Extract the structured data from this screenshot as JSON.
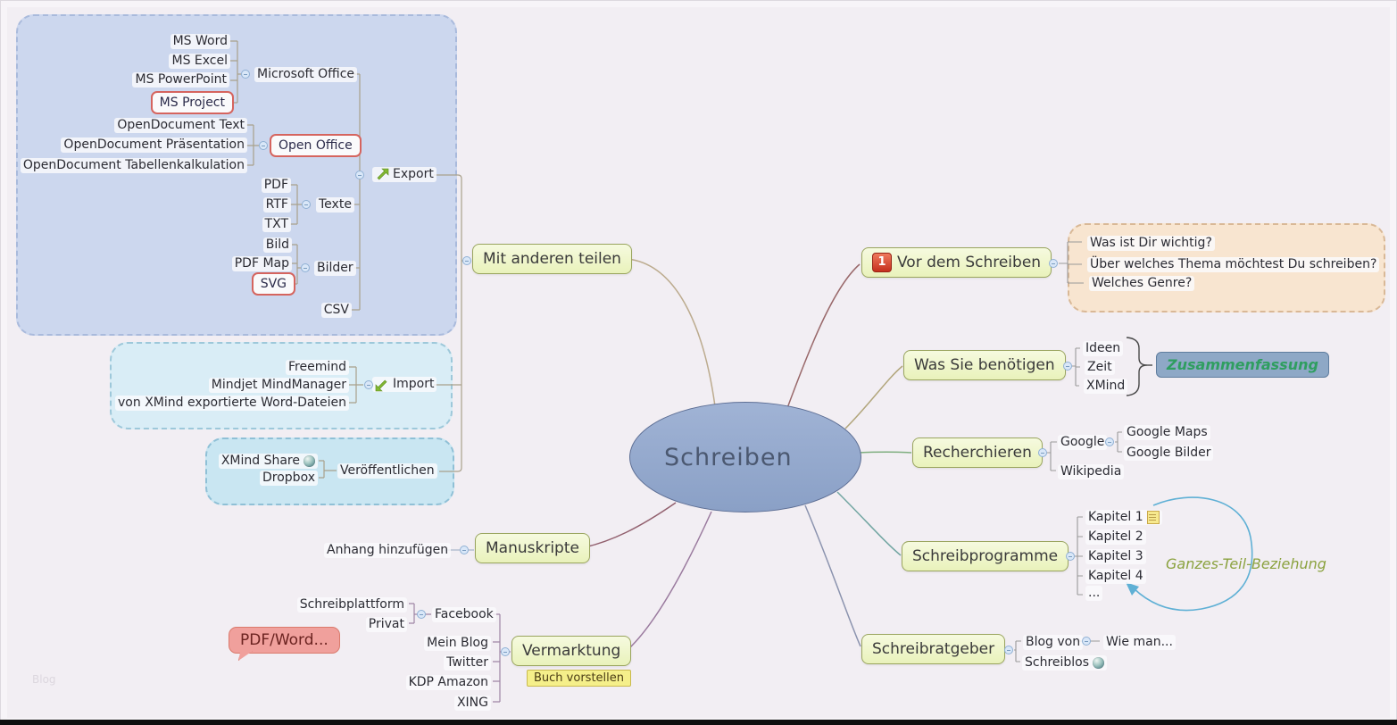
{
  "watermark": "Blog",
  "central": {
    "label": "Schreiben"
  },
  "share_branch": {
    "topic": "Mit anderen teilen",
    "export": {
      "label": "Export",
      "microsoft_office": {
        "label": "Microsoft Office",
        "items": [
          "MS Word",
          "MS Excel",
          "MS PowerPoint",
          "MS Project"
        ]
      },
      "open_office": {
        "label": "Open Office",
        "items": [
          "OpenDocument Text",
          "OpenDocument Präsentation",
          "OpenDocument Tabellenkalkulation"
        ]
      },
      "texte": {
        "label": "Texte",
        "items": [
          "PDF",
          "RTF",
          "TXT"
        ]
      },
      "bilder": {
        "label": "Bilder",
        "items": [
          "Bild",
          "PDF Map",
          "SVG"
        ]
      },
      "csv": "CSV"
    },
    "import": {
      "label": "Import",
      "items": [
        "Freemind",
        "Mindjet MindManager",
        "von XMind exportierte Word-Dateien"
      ]
    },
    "publish": {
      "label": "Veröffentlichen",
      "items": [
        "XMind Share",
        "Dropbox"
      ]
    }
  },
  "vor_dem_schreiben": {
    "topic": "Vor dem Schreiben",
    "badge": "1",
    "questions": [
      "Was ist Dir wichtig?",
      "Über welches Thema möchtest Du schreiben?",
      "Welches Genre?"
    ]
  },
  "was_sie_benoetigen": {
    "topic": "Was Sie benötigen",
    "items": [
      "Ideen",
      "Zeit",
      "XMind"
    ],
    "summary": "Zusammenfassung"
  },
  "recherchieren": {
    "topic": "Recherchieren",
    "google": {
      "label": "Google",
      "items": [
        "Google Maps",
        "Google Bilder"
      ]
    },
    "wikipedia": "Wikipedia"
  },
  "schreibprogramme": {
    "topic": "Schreibprogramme",
    "chapters": [
      "Kapitel 1",
      "Kapitel 2",
      "Kapitel 3",
      "Kapitel 4",
      "..."
    ],
    "relation": "Ganzes-Teil-Beziehung"
  },
  "schreibratgeber": {
    "topic": "Schreibratgeber",
    "blog_von": "Blog von",
    "wie_man": "Wie man...",
    "schreiblos": "Schreiblos"
  },
  "manuskripte": {
    "topic": "Manuskripte",
    "attachment": "Anhang hinzufügen"
  },
  "vermarktung": {
    "topic": "Vermarktung",
    "note": "Buch vorstellen",
    "callout": "PDF/Word...",
    "channels": [
      "Facebook",
      "Mein Blog",
      "Twitter",
      "KDP Amazon",
      "XING"
    ],
    "facebook_items": [
      "Schreibplattform",
      "Privat"
    ]
  },
  "icons": {
    "export": "export-arrow-icon",
    "import": "import-arrow-icon",
    "globe": "globe-icon",
    "note": "note-icon",
    "pen": "fountain-pen-icon",
    "badge": "priority-1-badge"
  },
  "colors": {
    "topic_fill": "#eef5c2",
    "topic_border": "#9aa55f",
    "cloud_export": "#ccd7ee",
    "cloud_import": "#d9edf6",
    "cloud_publish": "#c9e6f2",
    "cloud_questions": "#f8e5d0",
    "summary_fill": "#8ea8c6",
    "summary_text": "#2f9e60",
    "callout_fill": "#f0a09c",
    "highlight_border": "#d5645e",
    "relation_line": "#5fb0d5",
    "central_fill": "#93a8cc",
    "badge_red": "#c52f1d"
  }
}
